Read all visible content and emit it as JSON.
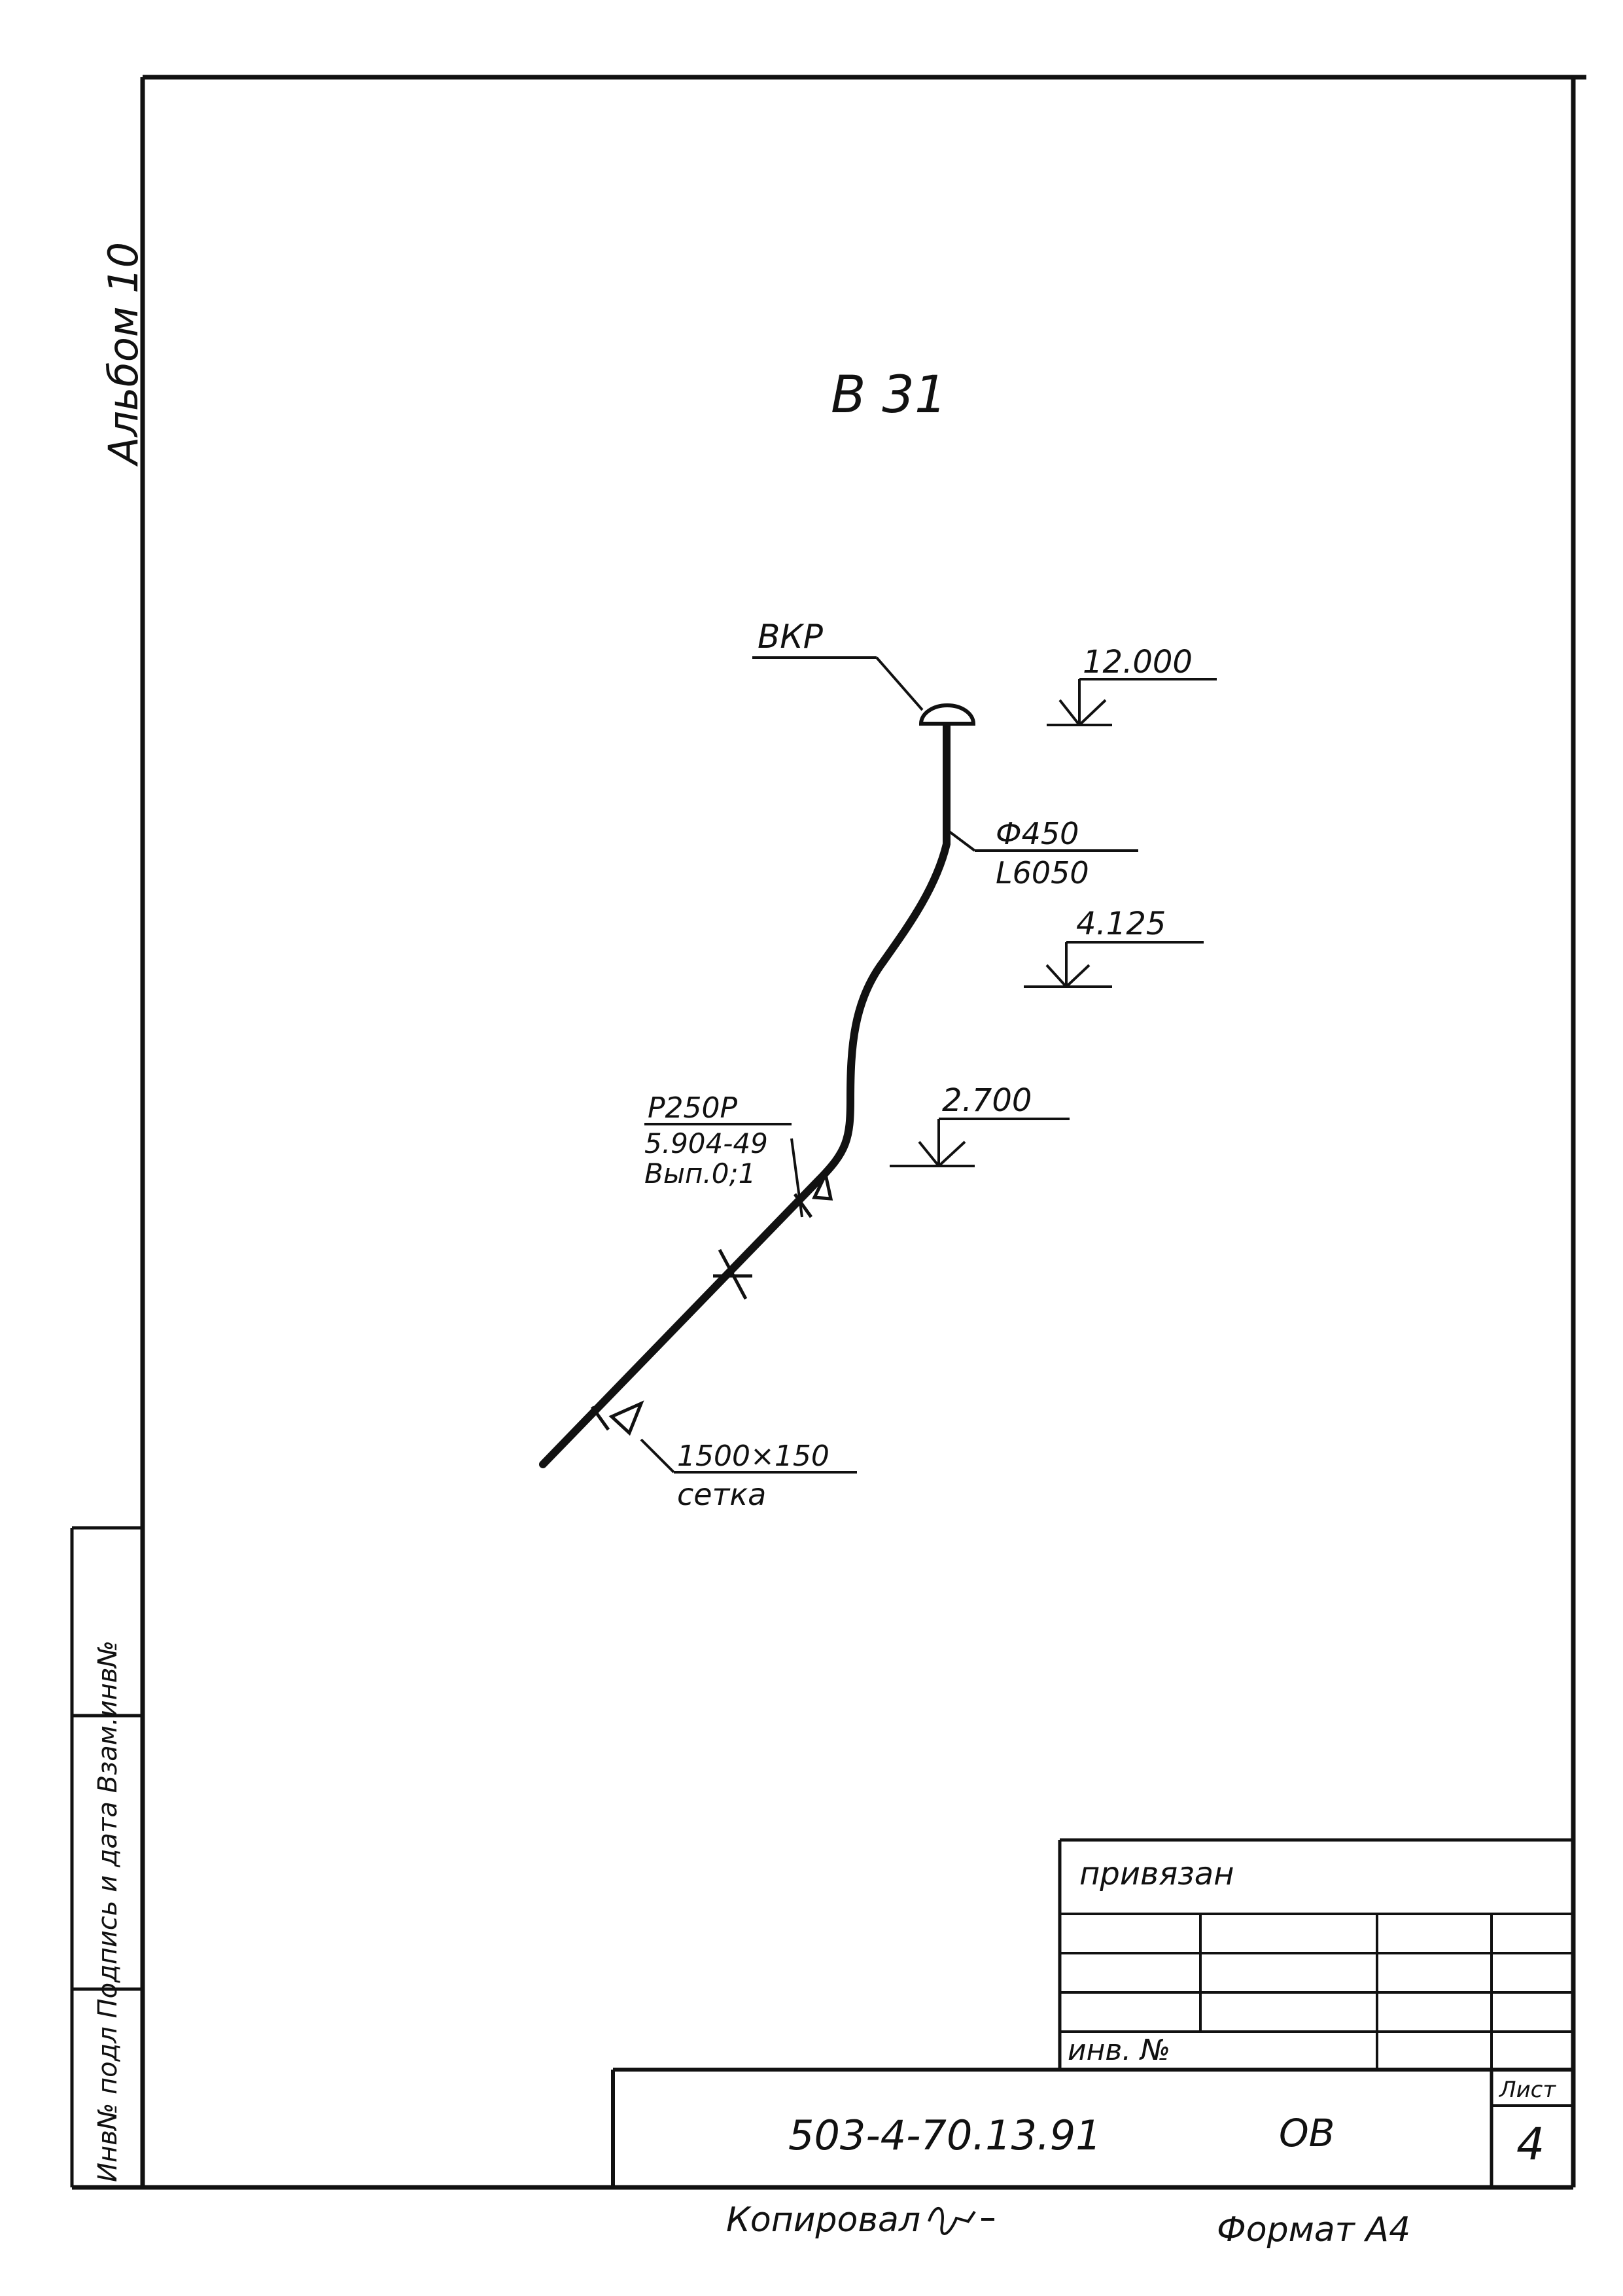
{
  "album_label": "Альбом 10",
  "system_title": "В 31",
  "diagram": {
    "top_device": "ВКР",
    "pipe_diameter": "Ф450",
    "pipe_length": "L6050",
    "valve_label": "Р250Р",
    "valve_ref": "5.904-49",
    "valve_issue": "Вып.0;1",
    "grille_size": "1500×150",
    "grille_type": "сетка"
  },
  "levels": [
    "12.000",
    "4.125",
    "2.700"
  ],
  "left_strip_label": "Инв№ подл Подпись и дата Взам.инв№",
  "title_block": {
    "privyazan": "привязан",
    "inv_no": "инв. №",
    "doc_code": "503-4-70.13.91",
    "doc_suffix": "ОВ",
    "sheet_label": "Лист",
    "sheet_number": "4"
  },
  "footer": {
    "copied": "Копировал",
    "format": "Формат А4"
  }
}
